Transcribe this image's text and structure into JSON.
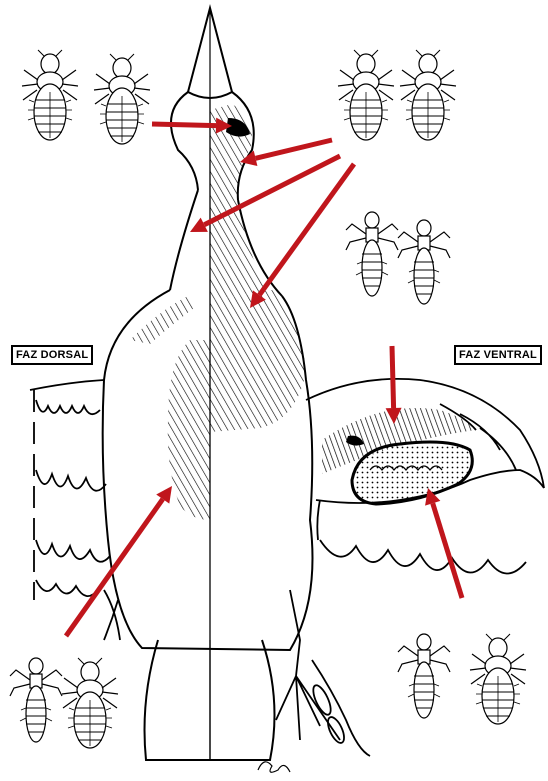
{
  "labels": {
    "dorsal": "FAZ DORSAL",
    "ventral": "FAZ VENTRAL"
  },
  "colors": {
    "arrow": "#c0161c",
    "ink": "#000000",
    "background": "#ffffff"
  },
  "arrows": [
    {
      "name": "arrow-to-head",
      "from_group": "lice-top-left",
      "target": "head"
    },
    {
      "name": "arrow-to-throat",
      "from_group": "lice-top-right",
      "target": "throat"
    },
    {
      "name": "arrow-to-neck",
      "from_group": "lice-top-right",
      "target": "neck"
    },
    {
      "name": "arrow-to-breast",
      "from_group": "lice-top-right",
      "target": "breast"
    },
    {
      "name": "arrow-to-wing-coverts",
      "from_group": "lice-mid-right",
      "target": "wing-coverts"
    },
    {
      "name": "arrow-to-wing-quills",
      "from_group": "lice-bottom-right",
      "target": "wing-quills"
    },
    {
      "name": "arrow-to-back",
      "from_group": "lice-bottom-left",
      "target": "back"
    }
  ]
}
